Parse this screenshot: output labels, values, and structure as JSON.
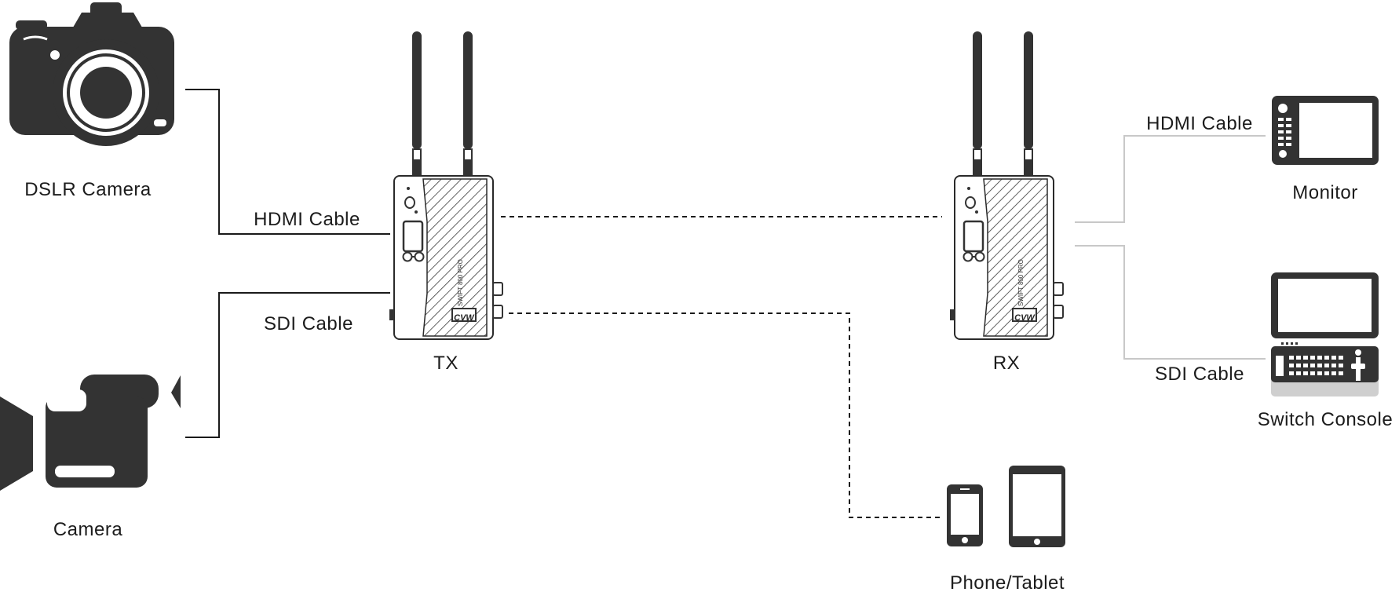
{
  "colors": {
    "device_fill": "#333333",
    "line": "#1a1a1a",
    "light_line": "#c8c8c8",
    "outline": "#2a2a2a",
    "background": "#ffffff"
  },
  "devices": {
    "dslr": {
      "label": "DSLR Camera",
      "icon": "dslr-camera-icon"
    },
    "camera": {
      "label": "Camera",
      "icon": "video-camera-icon"
    },
    "tx": {
      "label": "TX",
      "brand": "CVW",
      "model_text": "SWIFT 800 PRO",
      "icon": "transmitter-icon"
    },
    "rx": {
      "label": "RX",
      "brand": "CVW",
      "model_text": "SWIFT 800 PRO",
      "icon": "receiver-icon"
    },
    "monitor": {
      "label": "Monitor",
      "icon": "monitor-icon"
    },
    "switch_console": {
      "label": "Switch Console",
      "icon": "switch-console-icon"
    },
    "phone_tablet": {
      "label": "Phone/Tablet",
      "icon": "phone-tablet-icon"
    }
  },
  "connections": {
    "dslr_tx": {
      "label": "HDMI Cable",
      "style": "solid"
    },
    "camera_tx": {
      "label": "SDI Cable",
      "style": "solid"
    },
    "rx_monitor": {
      "label": "HDMI Cable",
      "style": "solid-light"
    },
    "rx_switch": {
      "label": "SDI Cable",
      "style": "solid-light"
    },
    "tx_rx": {
      "style": "dashed"
    },
    "tx_phone": {
      "style": "dashed"
    }
  }
}
